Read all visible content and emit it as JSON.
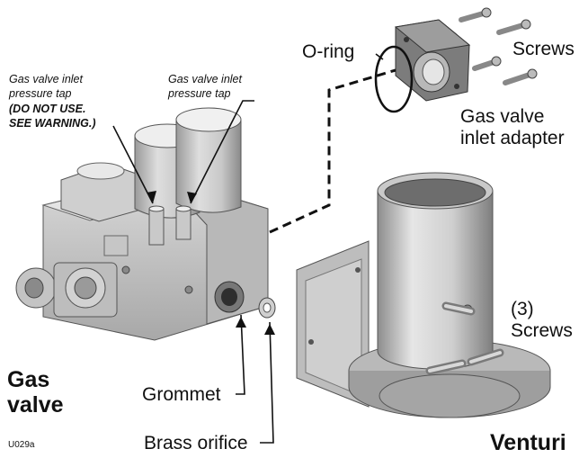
{
  "labels": {
    "tap_left_line1": "Gas valve inlet",
    "tap_left_line2": "pressure tap",
    "tap_left_line3": "(DO NOT USE.",
    "tap_left_line4": "SEE WARNING.)",
    "tap_right_line1": "Gas valve inlet",
    "tap_right_line2": "pressure tap",
    "o_ring": "O-ring",
    "screws_top": "Screws",
    "adapter_line1": "Gas valve",
    "adapter_line2": "inlet adapter",
    "screws_count": "(3)",
    "screws_right": "Screws",
    "gas_valve_line1": "Gas",
    "gas_valve_line2": "valve",
    "grommet": "Grommet",
    "brass_orifice": "Brass orifice",
    "venturi": "Venturi",
    "figure_id": "U029a"
  },
  "colors": {
    "metal_light": "#e2e2e2",
    "metal_mid": "#bdbdbd",
    "metal_dark": "#8e8e8e",
    "metal_shadow": "#6a6a6a",
    "adapter": "#7a7a7a",
    "line": "#111111"
  }
}
